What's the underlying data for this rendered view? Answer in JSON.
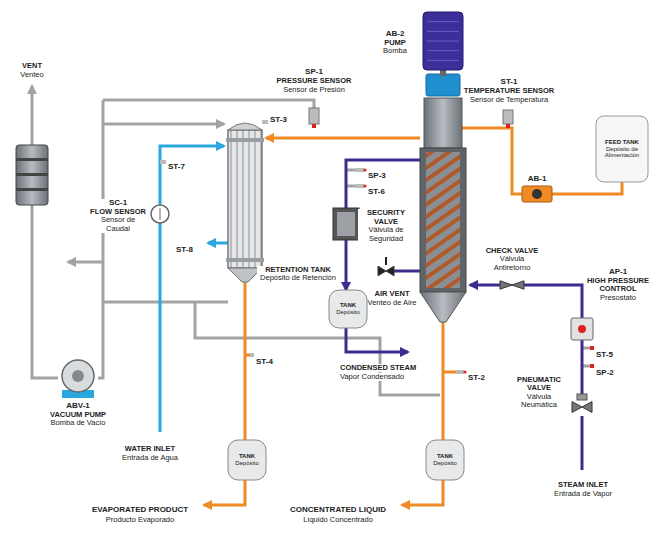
{
  "diagram": {
    "nodes": [
      {
        "text": [
          "VENT",
          "Venteo"
        ]
      },
      {
        "text": [
          "ABV-1",
          "VACUUM PUMP",
          "Bomba de Vacío"
        ]
      },
      {
        "text": [
          "AB-2",
          "PUMP",
          "Bomba"
        ]
      },
      {
        "text": [
          "FEED TANK",
          "Depósito de Alimentación"
        ]
      },
      {
        "text": [
          "AB-1"
        ]
      },
      {
        "text": [
          "RETENTION TANK",
          "Depósito de Retención"
        ]
      },
      {
        "text": [
          "TANK",
          "Depósito"
        ]
      },
      {
        "text": [
          "SECURITY VALVE",
          "Válvula de Seguridad"
        ]
      },
      {
        "text": [
          "CHECK VALVE",
          "Válvula Antiretorno"
        ]
      },
      {
        "text": [
          "AP-1",
          "HIGH PRESSURE CONTROL",
          "Presostato"
        ]
      },
      {
        "text": [
          "PNEUMATIC VALVE",
          "Válvula Neumática"
        ]
      },
      {
        "text": [
          "TANK",
          "Depósito"
        ]
      },
      {
        "text": [
          "TANK",
          "Depósito"
        ]
      },
      {
        "text": [
          "SC-1",
          "FLOW SENSOR",
          "Sensor de Caudal"
        ]
      },
      {
        "text": [
          "SP-1",
          "PRESSURE SENSOR",
          "Sensor de Presión"
        ]
      },
      {
        "text": [
          "ST-1",
          "TEMPERATURE SENSOR",
          "Sensor de Temperatura"
        ]
      }
    ],
    "edges": [
      {
        "from": 3,
        "to": 4,
        "arrow": "none"
      },
      {
        "from": 5,
        "to": 6,
        "arrow": "to"
      },
      {
        "from": 10,
        "to": 9,
        "arrow": "none"
      },
      {
        "from": 9,
        "to": 8,
        "arrow": "none"
      },
      {
        "from": 1,
        "to": 0,
        "arrow": "none"
      }
    ],
    "labels": [
      "ST-3",
      "ST-7",
      "ST-8",
      "SP-3",
      "ST-6",
      "ST-4",
      "ST-2",
      "ST-5",
      "SP-2",
      "AIR VENT",
      "Venteo de Aire",
      "CONDENSED STEAM",
      "Vapor Condensado",
      "WATER INLET",
      "Entrada de Agua",
      "EVAPORATED PRODUCT",
      "Producto Evaporado",
      "CONCENTRATED LIQUID",
      "Líquido Concentrado",
      "STEAM INLET",
      "Entrada de Vapor"
    ]
  }
}
